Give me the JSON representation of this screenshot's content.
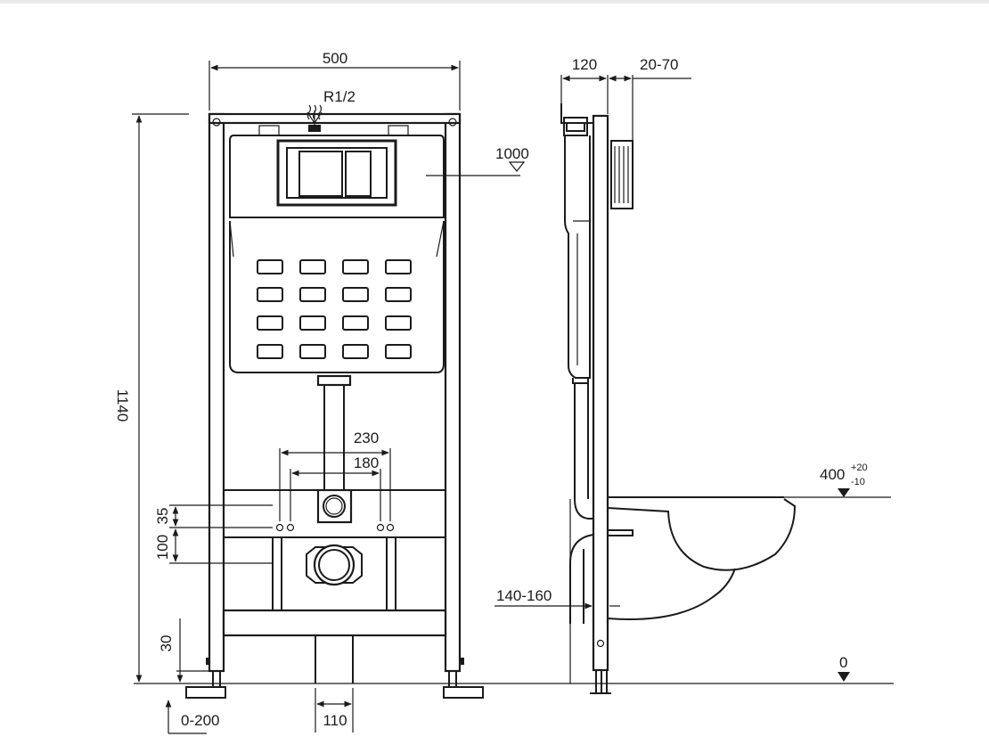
{
  "dimensions": {
    "width_total": "500",
    "inlet": "R1/2",
    "height_total": "1140",
    "flush_height": "1000",
    "bolt_outer": "230",
    "bolt_inner": "180",
    "offset_35": "35",
    "offset_100": "100",
    "offset_30": "30",
    "foot_adjust": "0-200",
    "pipe_width": "110",
    "side_depth": "120",
    "side_extra": "20-70",
    "bowl_height": "400",
    "bowl_tol_plus": "+20",
    "bowl_tol_minus": "-10",
    "floor_level": "0",
    "wall_gap": "140-160"
  }
}
